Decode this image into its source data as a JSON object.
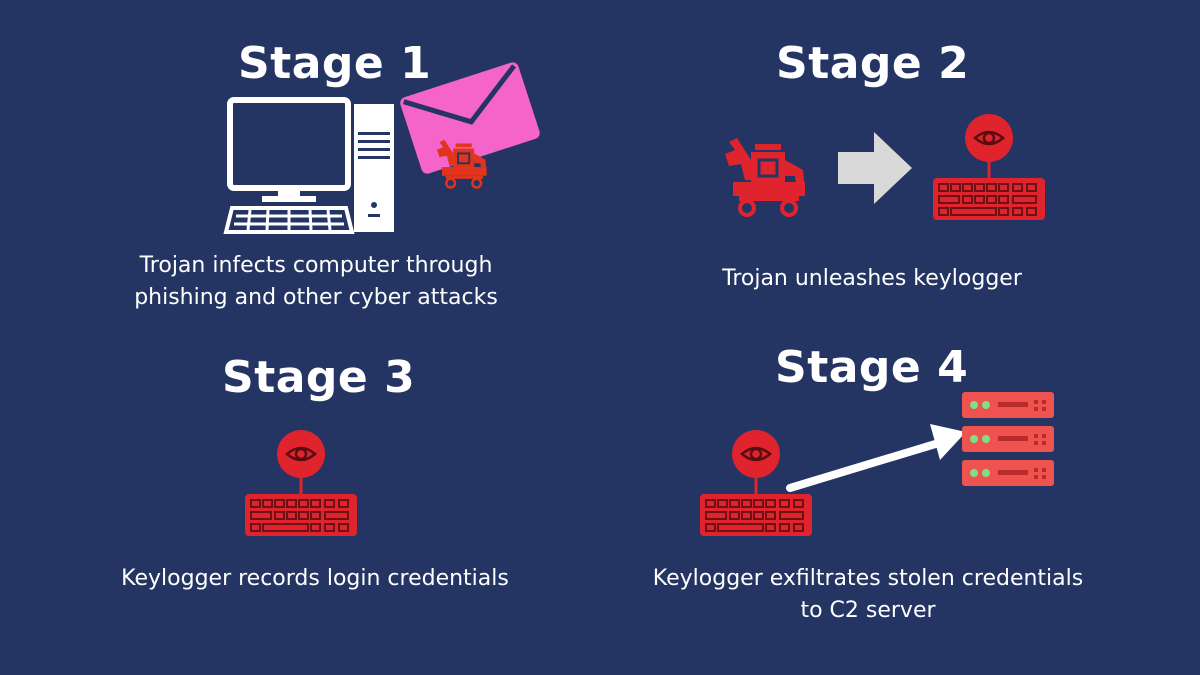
{
  "stages": [
    {
      "title": "Stage 1",
      "caption_lines": [
        "Trojan infects computer through",
        "phishing and other cyber attacks"
      ]
    },
    {
      "title": "Stage 2",
      "caption_lines": [
        "Trojan unleashes keylogger"
      ]
    },
    {
      "title": "Stage 3",
      "caption_lines": [
        "Keylogger records login credentials"
      ]
    },
    {
      "title": "Stage 4",
      "caption_lines": [
        "Keylogger exfiltrates stolen credentials",
        "to C2 server"
      ]
    }
  ],
  "colors": {
    "background": "#243463",
    "text": "#ffffff",
    "threat_red": "#e0242e",
    "email_pink": "#f564c8",
    "trojan_orange": "#e0351c",
    "arrow_gray": "#d9d9d9",
    "server_red": "#ef5350",
    "server_led": "#7ce08a"
  },
  "icons": [
    "desktop-computer-icon",
    "email-envelope-icon",
    "trojan-horse-icon",
    "right-arrow-icon",
    "keylogger-icon",
    "server-stack-icon"
  ]
}
